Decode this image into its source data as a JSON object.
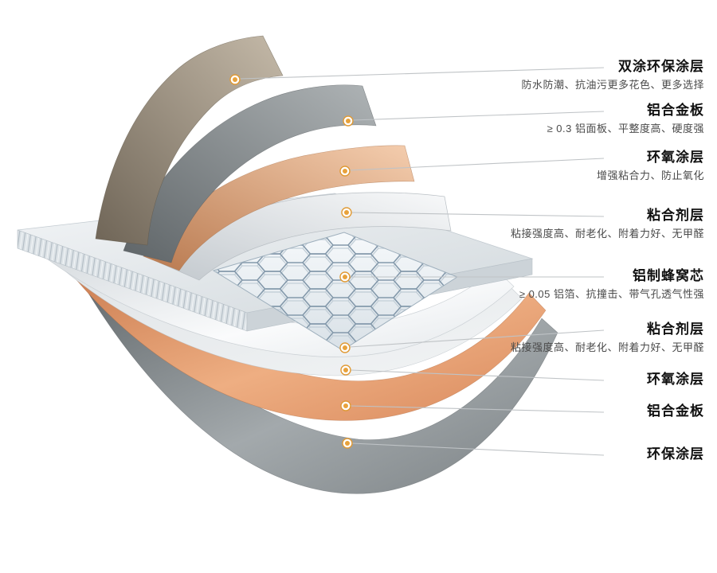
{
  "palette": {
    "marker_accent": "#e09a35",
    "callout_line": "#bfc3c6",
    "top_coating": "#8d8478",
    "aluminum_sheet": "#767c7e",
    "epoxy_copper": "#cf9170",
    "adhesive_white": "#e8eaec",
    "honeycomb_stroke": "#8ea2b2",
    "background": "#ffffff"
  },
  "labels": [
    {
      "title": "双涂环保涂层",
      "desc": "防水防潮、抗油污更多花色、更多选择"
    },
    {
      "title": "铝合金板",
      "desc": "≥ 0.3 铝面板、平整度高、硬度强"
    },
    {
      "title": "环氧涂层",
      "desc": "增强粘合力、防止氧化"
    },
    {
      "title": "粘合剂层",
      "desc": "粘接强度高、耐老化、附着力好、无甲醛"
    },
    {
      "title": "铝制蜂窝芯",
      "desc": "≥ 0.05 铝箔、抗撞击、带气孔透气性强"
    },
    {
      "title": "粘合剂层",
      "desc": "粘接强度高、耐老化、附着力好、无甲醛"
    },
    {
      "title": "环氧涂层"
    },
    {
      "title": "铝合金板"
    },
    {
      "title": "环保涂层"
    }
  ]
}
